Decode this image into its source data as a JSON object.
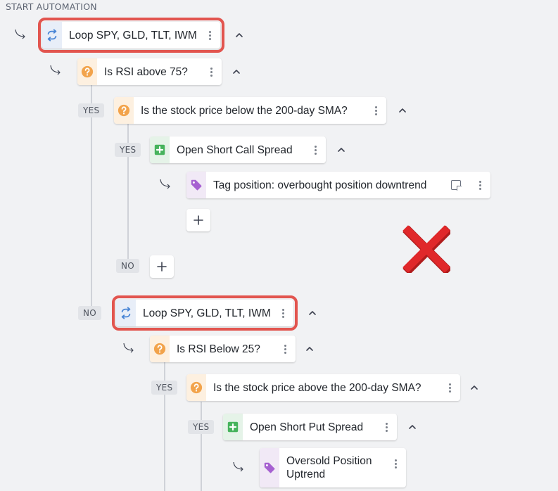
{
  "header": "START AUTOMATION",
  "badges": {
    "yes": "YES",
    "no": "NO"
  },
  "nodes": {
    "loop1": "Loop SPY, GLD, TLT, IWM",
    "cond_rsi_above": "Is RSI above 75?",
    "cond_below_sma": "Is the stock price below the 200-day SMA?",
    "act_short_call": "Open Short Call Spread",
    "tag_overbought": "Tag position: overbought position downtrend",
    "loop2": "Loop SPY, GLD, TLT, IWM",
    "cond_rsi_below": "Is RSI Below 25?",
    "cond_above_sma": "Is the stock price above the 200-day SMA?",
    "act_short_put": "Open Short Put Spread",
    "tag_oversold": "Oversold Position Uptrend"
  },
  "colors": {
    "selection": "#e2554f",
    "loop_icon": "#4a86d6",
    "condition_icon": "#f2a34b",
    "action_icon": "#46b35c",
    "tag_icon": "#a660d1",
    "x_mark": "#e0282a"
  },
  "icons": {
    "loop": "loop-icon",
    "condition": "question-icon",
    "action": "plus-square-icon",
    "tag": "tag-icon",
    "note": "note-icon",
    "menu": "kebab-menu-icon",
    "collapse": "chevron-up-icon",
    "connector": "branch-arrow-icon",
    "invalid": "x-mark-icon"
  }
}
